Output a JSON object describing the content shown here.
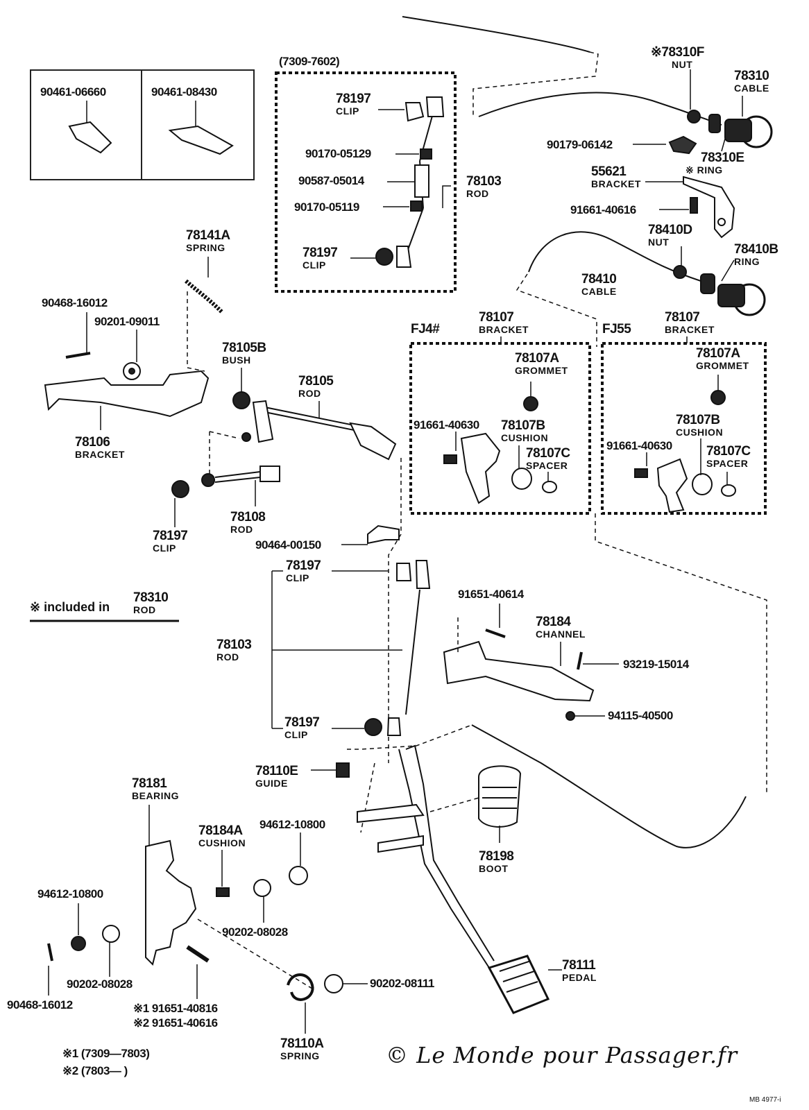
{
  "inset": {
    "left_part": "90461-06660",
    "right_part": "90461-08430"
  },
  "note_included": {
    "symbol": "※",
    "text": "included in",
    "number": "78310",
    "sub": "ROD"
  },
  "footnotes": {
    "line1": "※1 (7309—7803)",
    "line2": "※2 (7803—        )"
  },
  "watermark": "© Le Monde pour Passager.fr",
  "drawing_number": "MB 4977-i",
  "top_box": {
    "range": "(7309-7602)"
  },
  "fj4": {
    "label": "FJ4#"
  },
  "fj55": {
    "label": "FJ55"
  },
  "labels": {
    "l78310f": {
      "num": "※78310F",
      "sub": "NUT"
    },
    "l78310": {
      "num": "78310",
      "sub": "CABLE"
    },
    "l90179": {
      "num": "90179-06142"
    },
    "l78310e": {
      "num": "78310E",
      "sub": "※ RING"
    },
    "l55621": {
      "num": "55621",
      "sub": "BRACKET"
    },
    "l91661a": {
      "num": "91661-40616"
    },
    "l78410d": {
      "num": "78410D",
      "sub": "NUT"
    },
    "l78410b": {
      "num": "78410B",
      "sub": "RING"
    },
    "l78410": {
      "num": "78410",
      "sub": "CABLE"
    },
    "l78197a": {
      "num": "78197",
      "sub": "CLIP"
    },
    "l90170a": {
      "num": "90170-05129"
    },
    "l90587": {
      "num": "90587-05014"
    },
    "l78103a": {
      "num": "78103",
      "sub": "ROD"
    },
    "l90170b": {
      "num": "90170-05119"
    },
    "l78197b": {
      "num": "78197",
      "sub": "CLIP"
    },
    "l78141a": {
      "num": "78141A",
      "sub": "SPRING"
    },
    "l90468a": {
      "num": "90468-16012"
    },
    "l90201": {
      "num": "90201-09011"
    },
    "l78105b": {
      "num": "78105B",
      "sub": "BUSH"
    },
    "l78105": {
      "num": "78105",
      "sub": "ROD"
    },
    "l78106": {
      "num": "78106",
      "sub": "BRACKET"
    },
    "l78197c": {
      "num": "78197",
      "sub": "CLIP"
    },
    "l78108": {
      "num": "78108",
      "sub": "ROD"
    },
    "l90464": {
      "num": "90464-00150"
    },
    "l78107a": {
      "num": "78107",
      "sub": "BRACKET"
    },
    "l78107b": {
      "num": "78107",
      "sub": "BRACKET"
    },
    "l78107aa": {
      "num": "78107A",
      "sub": "GROMMET"
    },
    "l78107ab": {
      "num": "78107A",
      "sub": "GROMMET"
    },
    "l91661b": {
      "num": "91661-40630"
    },
    "l78107ba": {
      "num": "78107B",
      "sub": "CUSHION"
    },
    "l78107ca": {
      "num": "78107C",
      "sub": "SPACER"
    },
    "l91661c": {
      "num": "91661-40630"
    },
    "l78107bb": {
      "num": "78107B",
      "sub": "CUSHION"
    },
    "l78107cb": {
      "num": "78107C",
      "sub": "SPACER"
    },
    "l78197d": {
      "num": "78197",
      "sub": "CLIP"
    },
    "l78103b": {
      "num": "78103",
      "sub": "ROD"
    },
    "l78197e": {
      "num": "78197",
      "sub": "CLIP"
    },
    "l91651a": {
      "num": "91651-40614"
    },
    "l78184": {
      "num": "78184",
      "sub": "CHANNEL"
    },
    "l93219": {
      "num": "93219-15014"
    },
    "l94115": {
      "num": "94115-40500"
    },
    "l78110e": {
      "num": "78110E",
      "sub": "GUIDE"
    },
    "l78181": {
      "num": "78181",
      "sub": "BEARING"
    },
    "l78184a": {
      "num": "78184A",
      "sub": "CUSHION"
    },
    "l94612a": {
      "num": "94612-10800"
    },
    "l94612b": {
      "num": "94612-10800"
    },
    "l78198": {
      "num": "78198",
      "sub": "BOOT"
    },
    "l90202a": {
      "num": "90202-08028"
    },
    "l90202b": {
      "num": "90202-08028"
    },
    "l90468b": {
      "num": "90468-16012"
    },
    "l91651b": {
      "num": "※1 91651-40816"
    },
    "l91651c": {
      "num": "※2 91651-40616"
    },
    "l78111": {
      "num": "78111",
      "sub": "PEDAL"
    },
    "l90202c": {
      "num": "90202-08111"
    },
    "l78110a": {
      "num": "78110A",
      "sub": "SPRING"
    }
  }
}
